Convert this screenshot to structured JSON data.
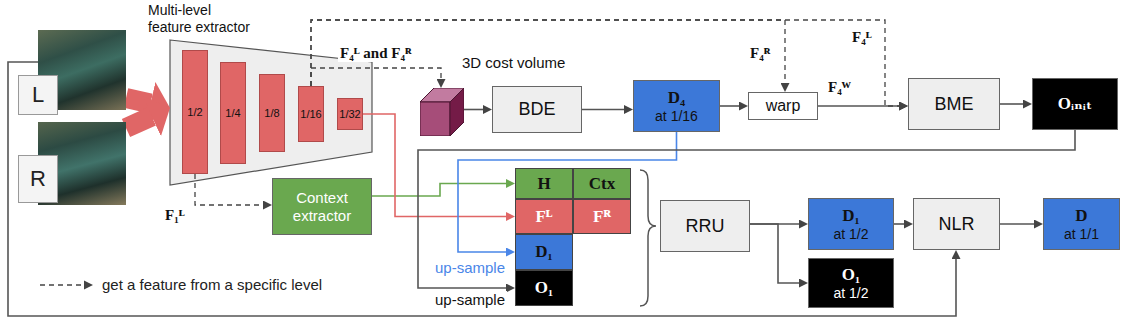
{
  "diagram": {
    "nodes": [
      {
        "text": [
          "L"
        ]
      },
      {
        "text": [
          "R"
        ]
      },
      {
        "text": [
          "Multi-level feature extractor"
        ]
      },
      {
        "text": [
          "1/2"
        ],
        "in": 2
      },
      {
        "text": [
          "1/4"
        ],
        "in": 2
      },
      {
        "text": [
          "1/8"
        ],
        "in": 2
      },
      {
        "text": [
          "1/16"
        ],
        "in": 2
      },
      {
        "text": [
          "1/32"
        ],
        "in": 2
      },
      {
        "text": [
          "3D cost volume"
        ]
      },
      {
        "text": [
          "BDE"
        ]
      },
      {
        "text": [
          "D₄",
          "at 1/16"
        ]
      },
      {
        "text": [
          "warp"
        ]
      },
      {
        "text": [
          "BME"
        ]
      },
      {
        "text": [
          "Oᵢₙᵢₜ"
        ]
      },
      {
        "text": [
          "Context extractor"
        ]
      },
      {
        "text": [
          "H"
        ]
      },
      {
        "text": [
          "Ctx"
        ]
      },
      {
        "text": [
          "Fᴸ"
        ]
      },
      {
        "text": [
          "Fᴿ"
        ]
      },
      {
        "text": [
          "D₁"
        ]
      },
      {
        "text": [
          "O₁"
        ]
      },
      {
        "text": [
          "RRU"
        ]
      },
      {
        "text": [
          "D₁",
          "at 1/2"
        ]
      },
      {
        "text": [
          "O₁",
          "at 1/2"
        ]
      },
      {
        "text": [
          "NLR"
        ]
      },
      {
        "text": [
          "D",
          "at 1/1"
        ]
      }
    ],
    "edges": [
      {
        "from": 0,
        "to": 2,
        "arrow": "to"
      },
      {
        "from": 1,
        "to": 2,
        "arrow": "to"
      },
      {
        "from": 6,
        "to": 8,
        "arrow": "to",
        "label": "F₄ᴸ and F₄ᴿ"
      },
      {
        "from": 8,
        "to": 9,
        "arrow": "to"
      },
      {
        "from": 9,
        "to": 10,
        "arrow": "to"
      },
      {
        "from": 10,
        "to": 11,
        "arrow": "to"
      },
      {
        "from": 6,
        "to": 11,
        "arrow": "to",
        "label": "F₄ᴿ"
      },
      {
        "from": 11,
        "to": 12,
        "arrow": "to",
        "label": "F₄ᵂ"
      },
      {
        "from": 6,
        "to": 12,
        "arrow": "to",
        "label": "F₄ᴸ"
      },
      {
        "from": 12,
        "to": 13,
        "arrow": "to"
      },
      {
        "from": 3,
        "to": 14,
        "arrow": "to",
        "label": "F₁ᴸ"
      },
      {
        "from": 14,
        "to": 15,
        "arrow": "to"
      },
      {
        "from": 7,
        "to": 17,
        "arrow": "to"
      },
      {
        "from": 10,
        "to": 19,
        "arrow": "to",
        "label": "up-sample"
      },
      {
        "from": 13,
        "to": 20,
        "arrow": "to",
        "label": "up-sample"
      },
      {
        "from": 21,
        "to": 22,
        "arrow": "to"
      },
      {
        "from": 21,
        "to": 23,
        "arrow": "to"
      },
      {
        "from": 22,
        "to": 24,
        "arrow": "to"
      },
      {
        "from": 24,
        "to": 25,
        "arrow": "to"
      },
      {
        "from": 0,
        "to": 24,
        "arrow": "to"
      }
    ],
    "legend": [
      {
        "text": "get a feature from a specific level"
      }
    ]
  }
}
